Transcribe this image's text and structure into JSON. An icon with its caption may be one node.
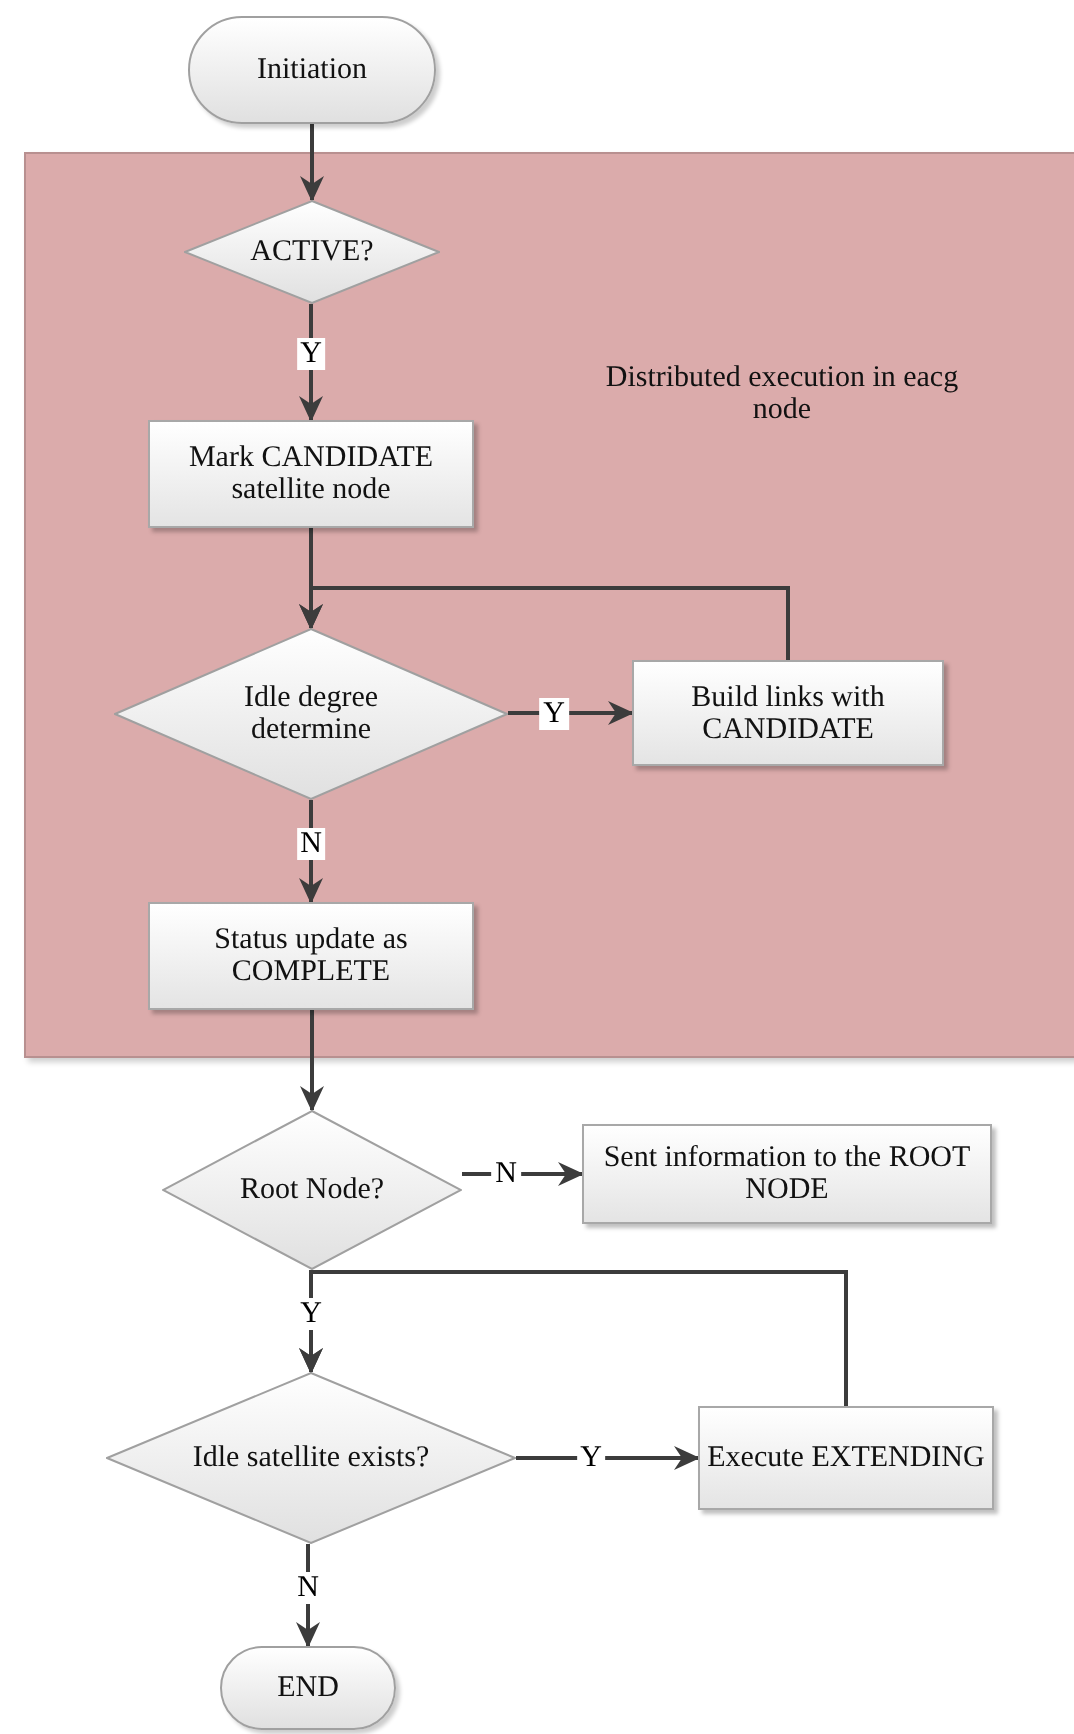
{
  "diagram": {
    "nodes": [
      {
        "text": [
          "Initiation"
        ]
      },
      {
        "text": [
          "Distributed execution in eacg node"
        ]
      },
      {
        "text": [
          "ACTIVE?"
        ],
        "in": 1
      },
      {
        "text": [
          "Mark CANDIDATE satellite node"
        ],
        "in": 1
      },
      {
        "text": [
          "Idle degree determine"
        ],
        "in": 1
      },
      {
        "text": [
          "Build links with CANDIDATE"
        ],
        "in": 1
      },
      {
        "text": [
          "Status update as COMPLETE"
        ],
        "in": 1
      },
      {
        "text": [
          "Root Node?"
        ]
      },
      {
        "text": [
          "Sent information to the ROOT NODE"
        ]
      },
      {
        "text": [
          "Idle satellite exists?"
        ]
      },
      {
        "text": [
          "Execute EXTENDING"
        ]
      },
      {
        "text": [
          "END"
        ]
      }
    ],
    "edges": [
      {
        "from": 0,
        "to": 2,
        "arrow": "to"
      },
      {
        "from": 2,
        "to": 3,
        "arrow": "to",
        "label": "Y"
      },
      {
        "from": 3,
        "to": 4,
        "arrow": "to"
      },
      {
        "from": 4,
        "to": 5,
        "arrow": "to",
        "label": "Y"
      },
      {
        "from": 5,
        "to": 4,
        "arrow": "to"
      },
      {
        "from": 4,
        "to": 6,
        "arrow": "to",
        "label": "N"
      },
      {
        "from": 6,
        "to": 7,
        "arrow": "to"
      },
      {
        "from": 7,
        "to": 8,
        "arrow": "to",
        "label": "N"
      },
      {
        "from": 7,
        "to": 9,
        "arrow": "to",
        "label": "Y"
      },
      {
        "from": 9,
        "to": 10,
        "arrow": "to",
        "label": "Y"
      },
      {
        "from": 10,
        "to": 9,
        "arrow": "to"
      },
      {
        "from": 9,
        "to": 11,
        "arrow": "to",
        "label": "N"
      }
    ]
  }
}
